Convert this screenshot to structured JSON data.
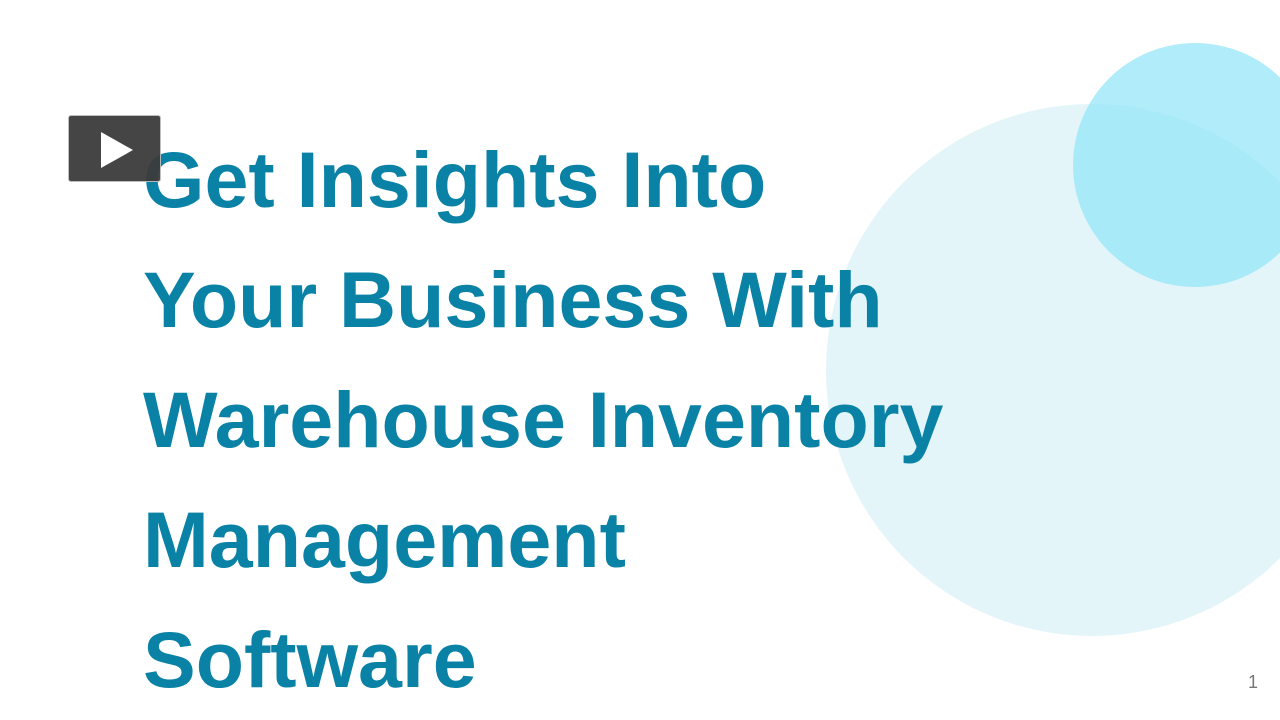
{
  "slide": {
    "title_lines": [
      "Get Insights Into",
      "Your Business With",
      "Warehouse Inventory",
      "Management",
      "Software"
    ],
    "page_number": "1"
  },
  "icons": {
    "play": "play-icon"
  },
  "colors": {
    "title": "#0a82a6",
    "circle_large": "#e4f5fa",
    "circle_small": "#a6ecf8"
  }
}
